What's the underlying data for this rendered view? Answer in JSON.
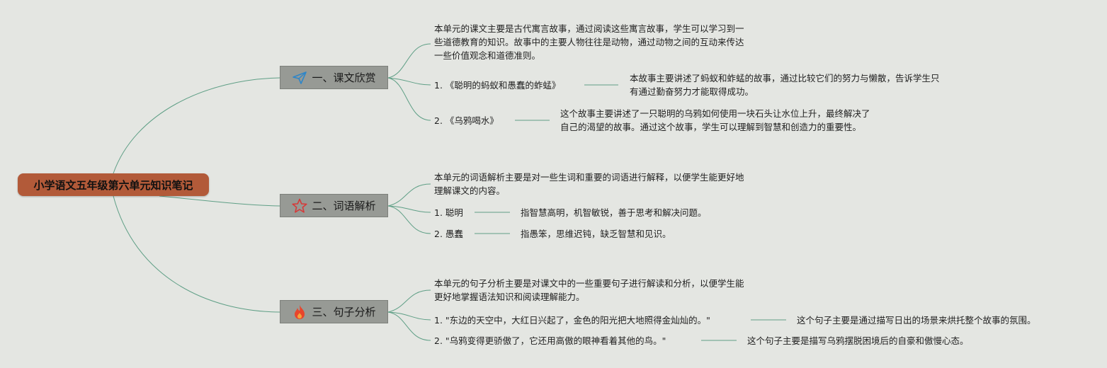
{
  "mindmap": {
    "root": "小学语文五年级第六单元知识笔记",
    "branches": [
      {
        "icon": "paper-plane-icon",
        "label": "一、课文欣赏",
        "intro": "本单元的课文主要是古代寓言故事，通过阅读这些寓言故事，学生可以学习到一\n些道德教育的知识。故事中的主要人物往往是动物，通过动物之间的互动来传达\n一些价值观念和道德准则。",
        "items": [
          {
            "label": "1. 《聪明的蚂蚁和愚蠢的蚱蜢》",
            "detail": "本故事主要讲述了蚂蚁和蚱蜢的故事，通过比较它们的努力与懒散，告诉学生只\n有通过勤奋努力才能取得成功。"
          },
          {
            "label": "2. 《乌鸦喝水》",
            "detail": "这个故事主要讲述了一只聪明的乌鸦如何使用一块石头让水位上升，最终解决了\n自己的渴望的故事。通过这个故事，学生可以理解到智慧和创造力的重要性。"
          }
        ]
      },
      {
        "icon": "star-icon",
        "label": "二、词语解析",
        "intro": "本单元的词语解析主要是对一些生词和重要的词语进行解释，以便学生能更好地\n理解课文的内容。",
        "items": [
          {
            "label": "1. 聪明",
            "detail": "指智慧高明，机智敏锐，善于思考和解决问题。"
          },
          {
            "label": "2. 愚蠢",
            "detail": "指愚笨，思维迟钝，缺乏智慧和见识。"
          }
        ]
      },
      {
        "icon": "fire-icon",
        "label": "三、句子分析",
        "intro": "本单元的句子分析主要是对课文中的一些重要句子进行解读和分析，以便学生能\n更好地掌握语法知识和阅读理解能力。",
        "items": [
          {
            "label": "1. \"东边的天空中，大红日兴起了，金色的阳光把大地照得金灿灿的。\"",
            "detail": "这个句子主要是通过描写日出的场景来烘托整个故事的氛围。"
          },
          {
            "label": "2. \"乌鸦变得更骄傲了，它还用高傲的眼神看着其他的鸟。\"",
            "detail": "这个句子主要是描写乌鸦摆脱困境后的自豪和傲慢心态。"
          }
        ]
      }
    ],
    "colors": {
      "root": "#b25a39",
      "branch": "#979a95",
      "line": "#5f9f86",
      "background": "#e4e6e2"
    }
  }
}
